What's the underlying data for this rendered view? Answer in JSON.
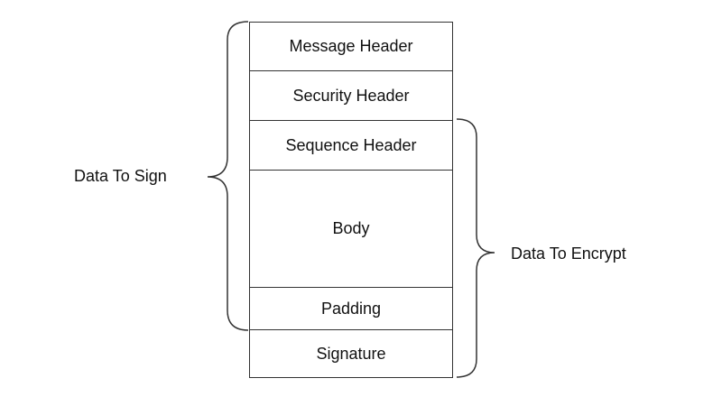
{
  "sections": [
    {
      "label": "Message Header"
    },
    {
      "label": "Security Header"
    },
    {
      "label": "Sequence Header"
    },
    {
      "label": "Body"
    },
    {
      "label": "Padding"
    },
    {
      "label": "Signature"
    }
  ],
  "brace_labels": {
    "sign": "Data To Sign",
    "encrypt": "Data To Encrypt"
  }
}
